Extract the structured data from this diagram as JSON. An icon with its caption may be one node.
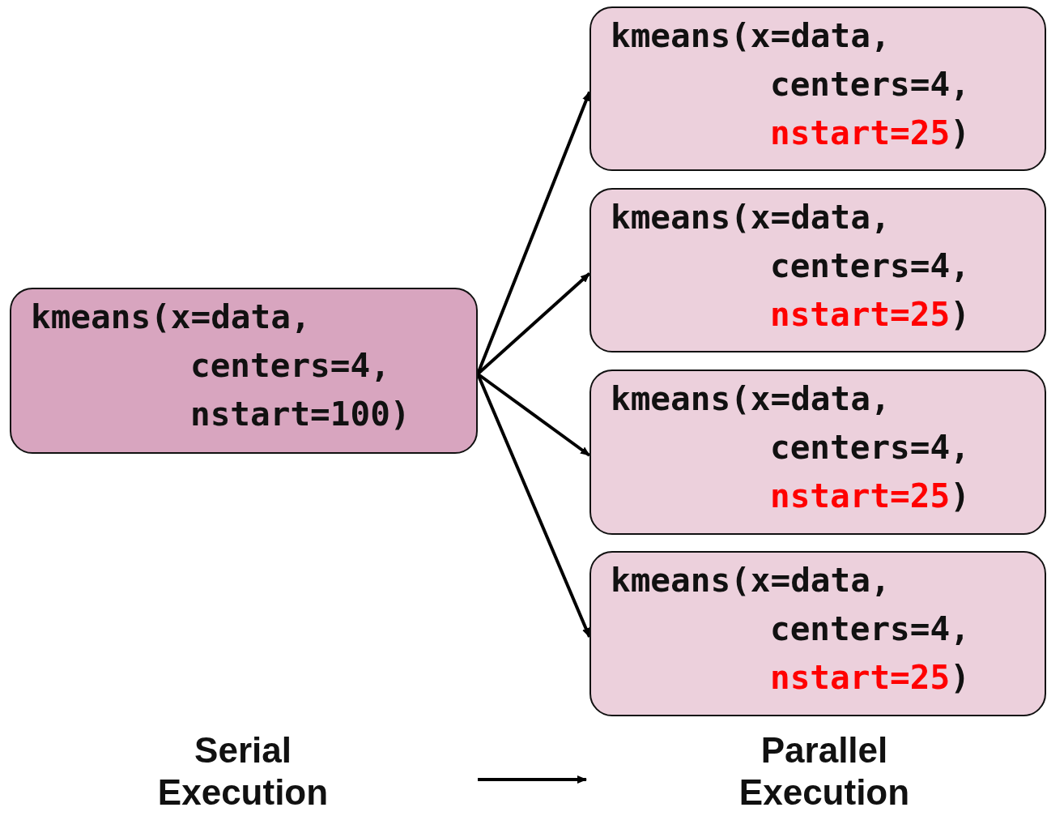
{
  "diagram": {
    "nodes": [
      {
        "text": [
          "kmeans(x=data,",
          "centers=4,",
          "nstart=100)"
        ]
      },
      {
        "text": [
          "kmeans(x=data,",
          "centers=4,",
          "**nstart=25**)"
        ]
      },
      {
        "text": [
          "kmeans(x=data,",
          "centers=4,",
          "**nstart=25**)"
        ]
      },
      {
        "text": [
          "kmeans(x=data,",
          "centers=4,",
          "**nstart=25**)"
        ]
      },
      {
        "text": [
          "kmeans(x=data,",
          "centers=4,",
          "**nstart=25**)"
        ]
      },
      {
        "text": [
          "Serial Execution"
        ]
      },
      {
        "text": [
          "Parallel Execution"
        ]
      }
    ],
    "edges": [
      {
        "from": 0,
        "to": 1,
        "arrow": "to"
      },
      {
        "from": 0,
        "to": 2,
        "arrow": "to"
      },
      {
        "from": 0,
        "to": 3,
        "arrow": "to"
      },
      {
        "from": 0,
        "to": 4,
        "arrow": "to"
      }
    ]
  }
}
